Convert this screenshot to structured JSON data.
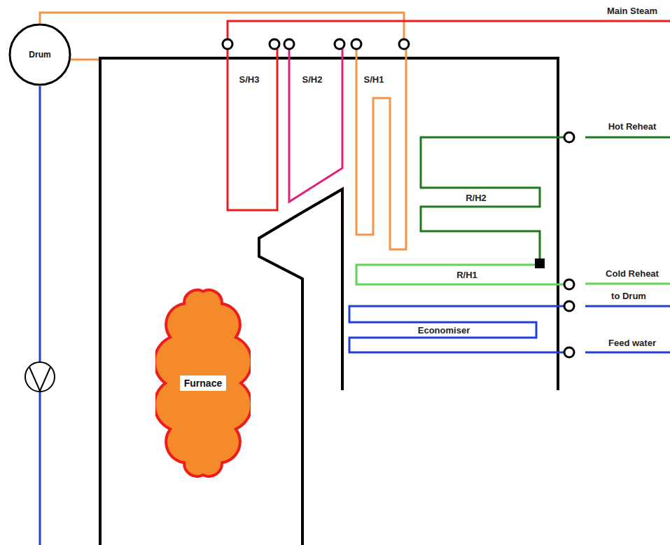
{
  "diagram": {
    "nodes": [
      {
        "text": [
          "Drum"
        ]
      },
      {
        "text": [
          "Furnace"
        ]
      }
    ],
    "labels": [
      "Main Steam",
      "S/H3",
      "S/H2",
      "S/H1",
      "Hot Reheat",
      "R/H2",
      "R/H1",
      "Cold Reheat",
      "to Drum",
      "Economiser",
      "Feed water"
    ]
  }
}
